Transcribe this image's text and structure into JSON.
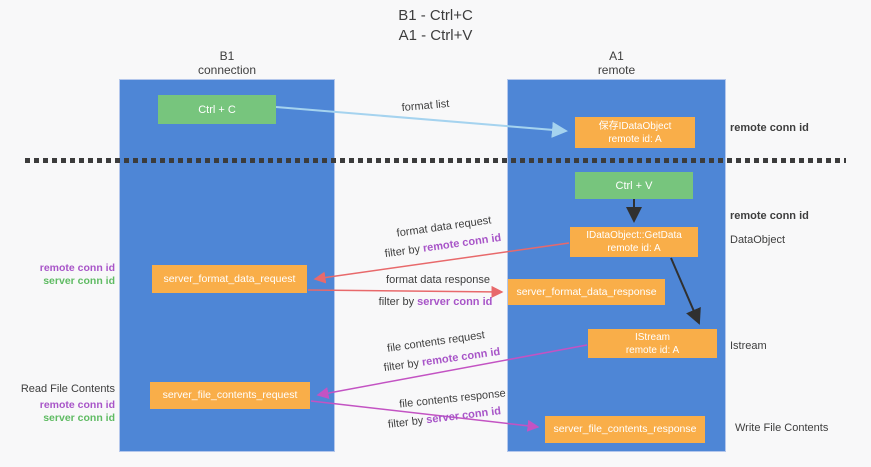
{
  "title": {
    "line1": "B1 - Ctrl+C",
    "line2": "A1 - Ctrl+V"
  },
  "lifelines": [
    {
      "name": "B1",
      "subtitle": "connection"
    },
    {
      "name": "A1",
      "subtitle": "remote"
    }
  ],
  "boxes": {
    "ctrl_c": {
      "label": "Ctrl + C"
    },
    "save_idataobject": {
      "line1": "保存IDataObject",
      "line2": "remote id: A"
    },
    "ctrl_v": {
      "label": "Ctrl + V"
    },
    "getdata": {
      "line1": "IDataObject::GetData",
      "line2": "remote id: A"
    },
    "format_request": {
      "label": "server_format_data_request"
    },
    "format_response": {
      "label": "server_format_data_response"
    },
    "istream": {
      "line1": "IStream",
      "line2": "remote id: A"
    },
    "file_request": {
      "label": "server_file_contents_request"
    },
    "file_response": {
      "label": "server_file_contents_response"
    }
  },
  "flow_labels": {
    "format_list": "format list",
    "format_data_request": "format data request",
    "format_data_response": "format data response",
    "file_contents_request": "file contents request",
    "file_contents_response": "file contents response",
    "filter_prefix": "filter by ",
    "remote_conn_id": "remote conn id",
    "server_conn_id": "server conn id"
  },
  "side_labels": {
    "left_remote_conn_id_1": "remote conn id",
    "left_server_conn_id_1": "server conn id",
    "read_file_contents": "Read File Contents",
    "left_remote_conn_id_2": "remote conn id",
    "left_server_conn_id_2": "server conn id",
    "right_remote_conn_id_1": "remote conn id",
    "right_remote_conn_id_2": "remote conn id",
    "dataobject": "DataObject",
    "istream": "Istream",
    "write_file_contents": "Write File Contents"
  },
  "colors": {
    "lifeline_blue": "#4e86d6",
    "box_green": "#77c57d",
    "box_orange": "#f9ae49",
    "arrow_lightblue": "#a5d3ef",
    "arrow_red": "#e8696b",
    "arrow_magenta": "#c353c3",
    "arrow_black": "#303030",
    "text_purple": "#a855c8",
    "text_green": "#5fbb63",
    "background": "#f8f8f9"
  }
}
